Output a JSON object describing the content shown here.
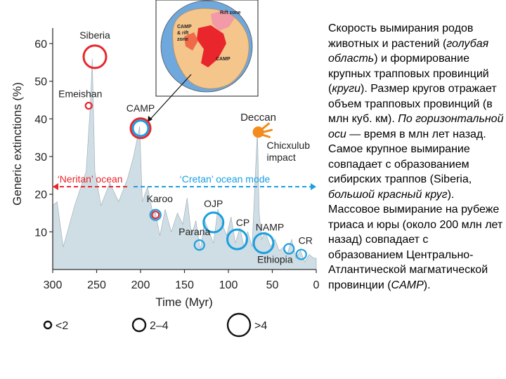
{
  "chart_data": {
    "type": "area",
    "xlabel": "Time (Myr)",
    "ylabel": "Generic extinctions (%)",
    "xlim": [
      300,
      0
    ],
    "ylim": [
      0,
      63
    ],
    "x_ticks": [
      "300",
      "250",
      "200",
      "150",
      "100",
      "50",
      "0"
    ],
    "y_ticks": [
      "10",
      "20",
      "30",
      "40",
      "50",
      "60"
    ],
    "x_reversed": true,
    "area_color": "#cfdde4",
    "series": [
      {
        "x": [
          300,
          295,
          288,
          275,
          262,
          257,
          255,
          252,
          245,
          235,
          225,
          215,
          208,
          201,
          198,
          192,
          187,
          183,
          178,
          172,
          165,
          158,
          152,
          147,
          142,
          137,
          132,
          127,
          122,
          117,
          112,
          107,
          102,
          97,
          92,
          87,
          82,
          78,
          73,
          69,
          67,
          65,
          62,
          58,
          52,
          47,
          42,
          37,
          33,
          28,
          23,
          18,
          13,
          8,
          3,
          0
        ],
        "y": [
          17,
          18,
          6,
          17,
          26,
          44,
          56,
          26,
          17,
          23,
          18,
          24,
          30,
          38,
          18,
          22,
          16,
          15,
          9,
          16,
          10,
          15,
          12,
          19,
          9,
          13,
          5,
          13,
          10,
          7,
          16,
          12,
          9,
          14,
          7,
          11,
          6,
          10,
          6,
          27,
          37,
          15,
          8,
          10,
          6,
          8,
          5,
          6,
          4,
          8,
          3,
          5,
          2,
          4,
          3,
          3
        ]
      }
    ],
    "ocean_modes": [
      {
        "label": "‘Neritan’ ocean",
        "x_from": 300,
        "x_to": 215,
        "y": 22,
        "color": "#e8262c"
      },
      {
        "label": "‘Cretan’ ocean mode",
        "x_from": 208,
        "x_to": 0,
        "y": 22,
        "color": "#1a9fe0"
      }
    ],
    "provinces": [
      {
        "label": "Siberia",
        "x": 252,
        "y": 56.5,
        "size": ">4",
        "color": "#e8262c",
        "label_dx": 0,
        "label_dy": -26
      },
      {
        "label": "Emeishan",
        "x": 259,
        "y": 43.5,
        "size": "<2",
        "color": "#e8262c",
        "label_dx": -12,
        "label_dy": -12
      },
      {
        "label": "CAMP",
        "x": 200,
        "y": 37.5,
        "size": "2–4",
        "color": "#e8262c",
        "label_dx": 0,
        "label_dy": -24
      },
      {
        "label": "",
        "x": 200,
        "y": 37.5,
        "size": "2–4",
        "color": "#1a9fe0",
        "label_dx": 0,
        "label_dy": 0
      },
      {
        "label": "Karoo",
        "x": 183,
        "y": 14.5,
        "size": "<2",
        "color": "#e8262c",
        "label_dx": 6,
        "label_dy": -18
      },
      {
        "label": "",
        "x": 183,
        "y": 14.5,
        "size": "<2",
        "color": "#1a9fe0",
        "label_dx": 0,
        "label_dy": 0
      },
      {
        "label": "OJP",
        "x": 117,
        "y": 12.5,
        "size": "2–4",
        "color": "#1a9fe0",
        "label_dx": 0,
        "label_dy": -22
      },
      {
        "label": "Parana",
        "x": 133,
        "y": 6.5,
        "size": "<2",
        "color": "#1a9fe0",
        "label_dx": -7,
        "label_dy": -14
      },
      {
        "label": "CP",
        "x": 90,
        "y": 8,
        "size": "2–4",
        "color": "#1a9fe0",
        "label_dx": 8,
        "label_dy": -19
      },
      {
        "label": "NAMP",
        "x": 60,
        "y": 7,
        "size": "2–4",
        "color": "#1a9fe0",
        "label_dx": 9,
        "label_dy": -18
      },
      {
        "label": "Ethiopia",
        "x": 31,
        "y": 5.5,
        "size": "<2",
        "color": "#1a9fe0",
        "label_dx": -20,
        "label_dy": 20
      },
      {
        "label": "CR",
        "x": 17,
        "y": 4,
        "size": "<2",
        "color": "#1a9fe0",
        "label_dx": 6,
        "label_dy": -15
      }
    ],
    "deccan": {
      "label": "Deccan",
      "x": 66,
      "y": 36.5,
      "color": "#f28c1e"
    },
    "chicxulub": {
      "label_line1": "Chicxulub",
      "label_line2": "impact"
    },
    "size_legend": [
      {
        "label": "<2",
        "size": "<2"
      },
      {
        "label": "2–4",
        "size": "2–4"
      },
      {
        "label": ">4",
        "size": ">4"
      }
    ],
    "map_labels": {
      "rift": "Rift zone",
      "camp_rift_1": "CAMP",
      "camp_rift_2": "& rift",
      "camp_rift_3": "zone",
      "camp": "CAMP"
    }
  },
  "description": {
    "p1": "Скорость вымирания родов животных и растений (",
    "p2": "голубая область",
    "p3": ") и формирование крупных трапповых провинций (",
    "p4": "круги",
    "p5": "). Размер кругов отражает объем трапповых провинций (в млн куб. км). ",
    "p6": "По горизонтальной оси",
    "p7": " — время в млн лет назад. Самое крупное вымирание совпадает с образованием сибирских траппов (Siberia, ",
    "p8": "большой красный круг",
    "p9": "). Массовое вымирание на рубеже триаса и юры (около 200 млн лет назад) совпадает с образованием Центрально-Атлантической магматической провинции (",
    "p10": "CAMP",
    "p11": ")."
  }
}
